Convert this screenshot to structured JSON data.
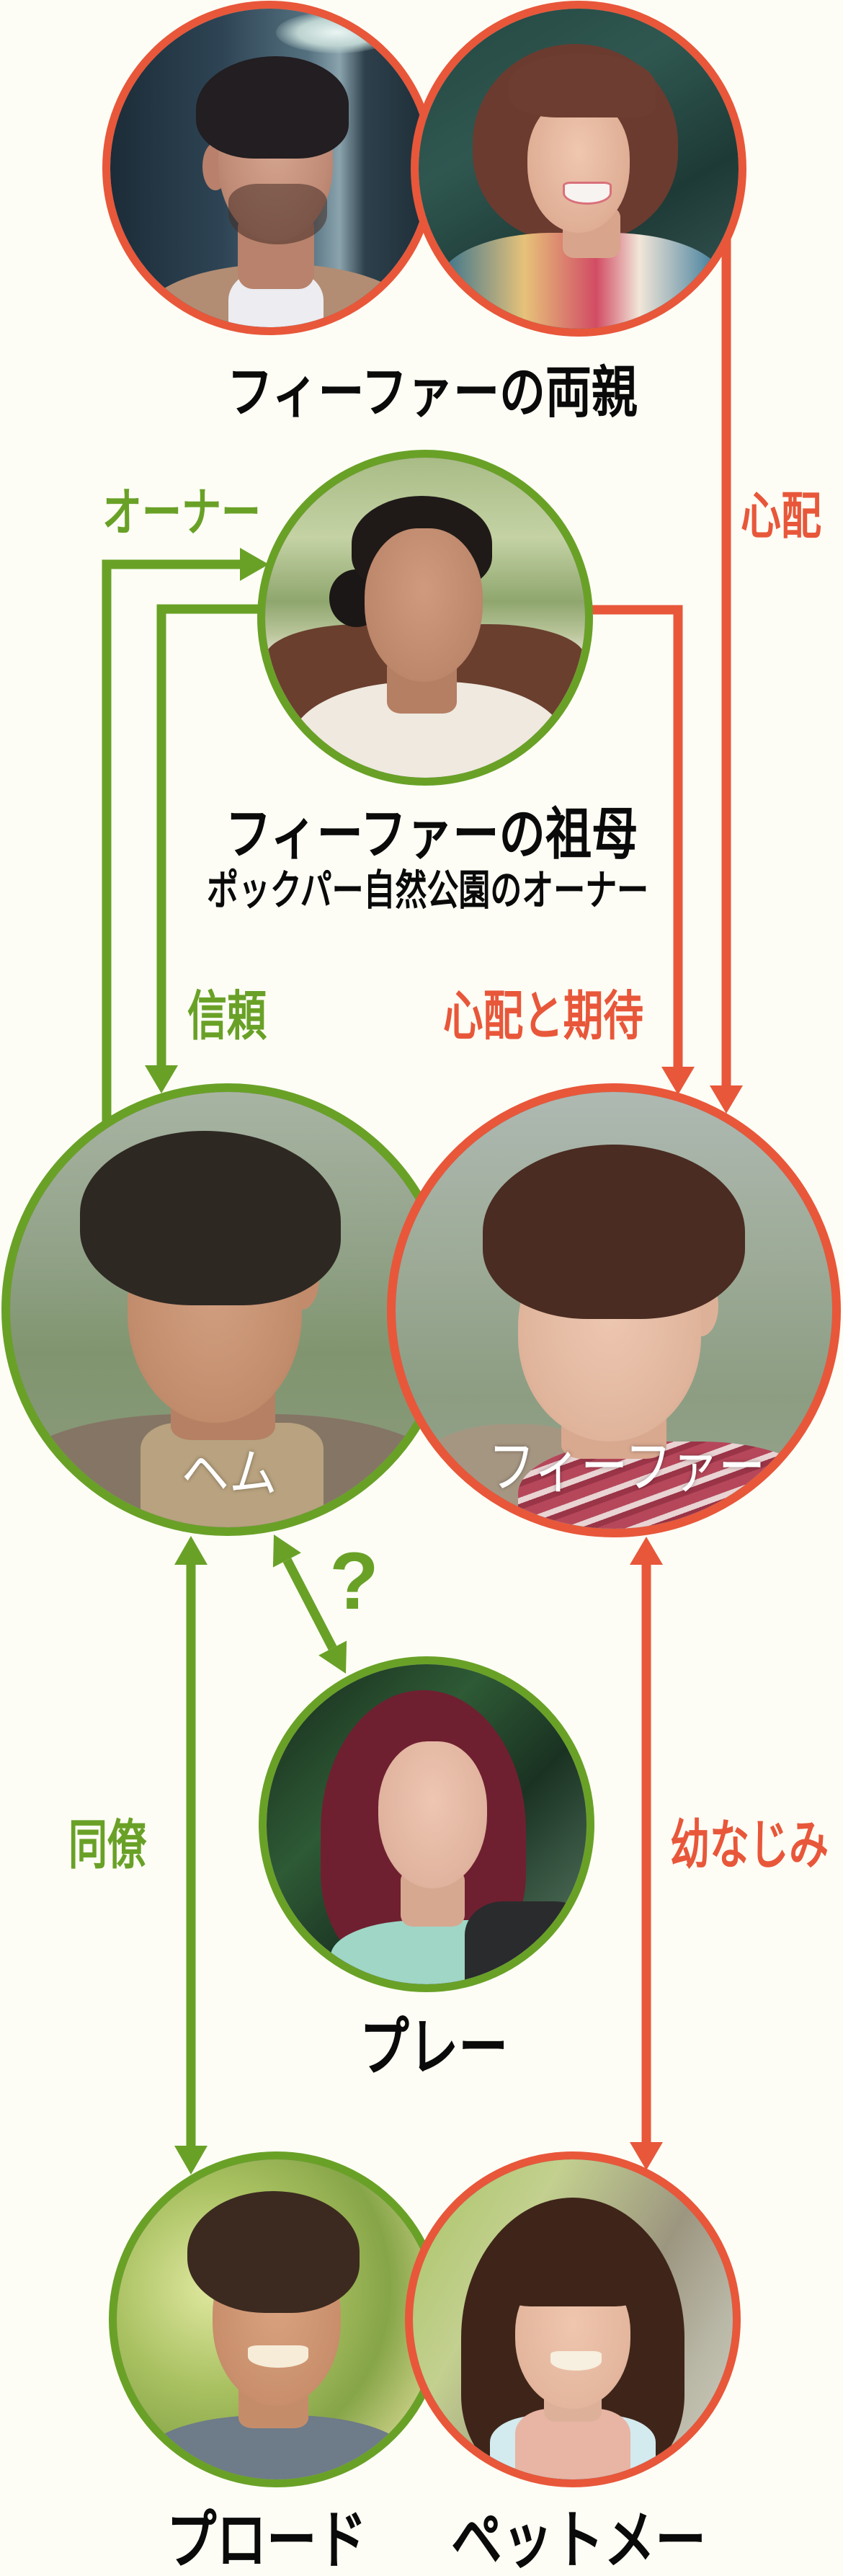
{
  "theme": {
    "background": "#FDFDF5",
    "family_color": "#E8573A",
    "work_color": "#69A127",
    "text_color": "#0A0A0A",
    "name_on_photo_color": "#FFFFFF"
  },
  "nodes": {
    "parents": {
      "label": "フィーファーの両親",
      "portraits": [
        "father-portrait",
        "mother-portrait"
      ],
      "border_color": "#E8573A"
    },
    "grandmother": {
      "label": "フィーファーの祖母",
      "subtitle": "ポックパー自然公園のオーナー",
      "portraits": [
        "grandmother-portrait"
      ],
      "border_color": "#69A127"
    },
    "hem": {
      "name": "ヘム",
      "border_color": "#69A127"
    },
    "fifa": {
      "name": "フィーファー",
      "border_color": "#E8573A"
    },
    "play": {
      "name": "プレー",
      "border_color": "#69A127"
    },
    "prod": {
      "name": "プロード",
      "border_color": "#69A127"
    },
    "petmay": {
      "name": "ペットメー",
      "border_color": "#E8573A"
    }
  },
  "relations": [
    {
      "id": "owner",
      "label": "オーナー",
      "from": "hem",
      "to": "grandmother",
      "bidirectional": false,
      "color": "#69A127"
    },
    {
      "id": "worry",
      "label": "心配",
      "from": "parents",
      "to": "fifa",
      "bidirectional": false,
      "color": "#E8573A"
    },
    {
      "id": "trust",
      "label": "信頼",
      "from": "grandmother",
      "to": "hem",
      "bidirectional": false,
      "color": "#69A127"
    },
    {
      "id": "worry_and_hope",
      "label": "心配と期待",
      "from": "grandmother",
      "to": "fifa",
      "bidirectional": false,
      "color": "#E8573A"
    },
    {
      "id": "unknown",
      "label": "?",
      "from": "hem",
      "to": "play",
      "bidirectional": true,
      "color": "#69A127"
    },
    {
      "id": "colleague",
      "label": "同僚",
      "from": "hem",
      "to": "prod",
      "bidirectional": true,
      "color": "#69A127"
    },
    {
      "id": "childhood_friend",
      "label": "幼なじみ",
      "from": "fifa",
      "to": "petmay",
      "bidirectional": true,
      "color": "#E8573A"
    }
  ]
}
